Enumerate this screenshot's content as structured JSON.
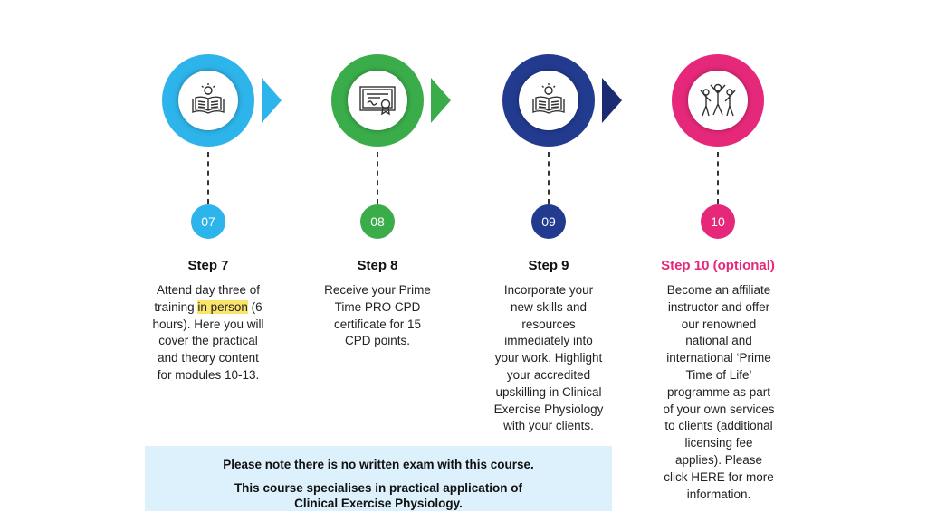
{
  "steps": [
    {
      "number": "07",
      "title": "Step 7",
      "desc_lines": [
        "Attend day three of",
        "training ",
        "in person",
        " (6",
        "hours). Here you will",
        "cover the practical",
        "and theory content",
        "for modules 10-13."
      ],
      "color": "#2db4ea",
      "icon": "book-lightbulb-icon"
    },
    {
      "number": "08",
      "title": "Step 8",
      "desc_lines": [
        "Receive your Prime",
        "Time PRO CPD",
        "certificate for 15",
        "CPD points."
      ],
      "color": "#3aad4a",
      "icon": "certificate-icon"
    },
    {
      "number": "09",
      "title": "Step 9",
      "desc_lines": [
        "Incorporate your",
        "new skills and",
        "resources",
        "immediately into",
        "your work. Highlight",
        "your accredited",
        "upskilling in Clinical",
        "Exercise Physiology",
        "with your clients."
      ],
      "color": "#233b8f",
      "icon": "book-lightbulb-icon"
    },
    {
      "number": "10",
      "title": "Step 10 (optional)",
      "desc_lines": [
        "Become an affiliate",
        "instructor and offer",
        "our renowned",
        "national and",
        "international ‘Prime",
        "Time of Life’",
        "programme as part",
        "of your own services",
        "to clients (additional",
        "licensing fee",
        "applies). Please",
        "click HERE for more",
        "information."
      ],
      "color": "#e6287a",
      "icon": "people-celebrating-icon"
    }
  ],
  "note": {
    "line1": "Please note there is no written exam with this course.",
    "line2": "This course specialises in practical application of",
    "line3": "Clinical Exercise Physiology."
  },
  "arrow_colors": [
    "#2db4ea",
    "#3aad4a",
    "#1b2c72"
  ]
}
